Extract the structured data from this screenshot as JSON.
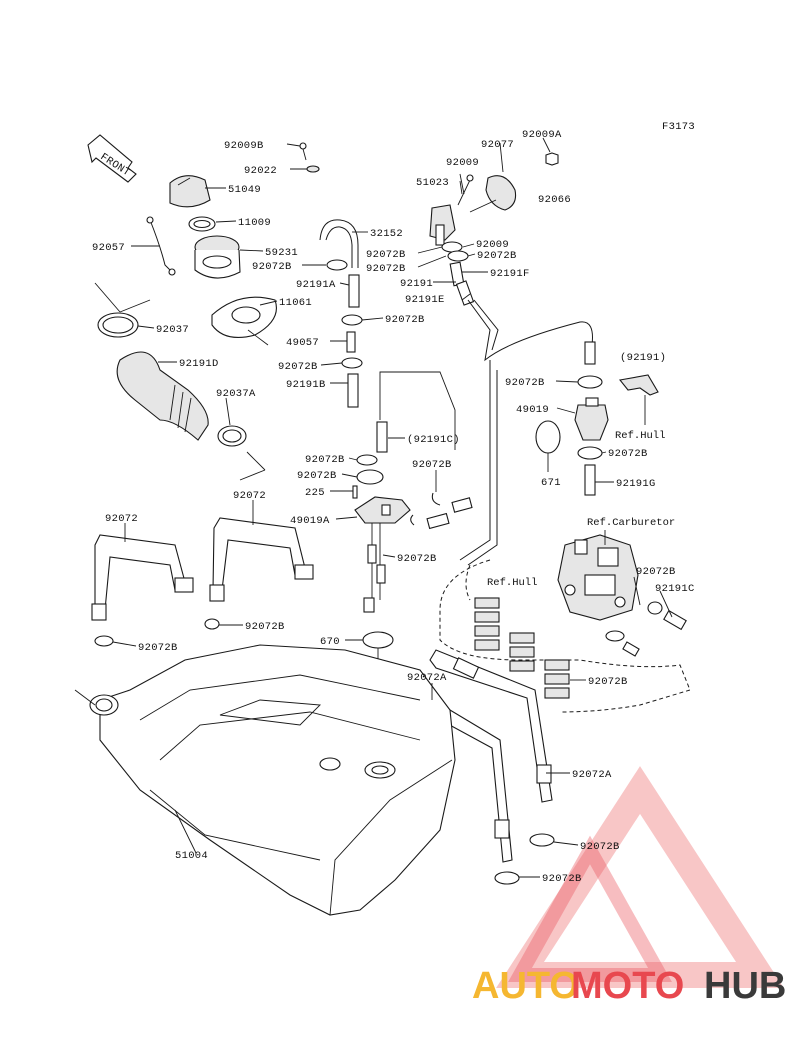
{
  "diagram_code": "F3173",
  "front_label": "FRONT",
  "labels": {
    "p92009B": "92009B",
    "p92022": "92022",
    "p51049": "51049",
    "p11009": "11009",
    "p92057": "92057",
    "p59231": "59231",
    "p92072B_a": "92072B",
    "p11061": "11061",
    "p92037": "92037",
    "p92191D": "92191D",
    "p92037A": "92037A",
    "p32152": "32152",
    "p92191A": "92191A",
    "p92072B_b": "92072B",
    "p49057": "49057",
    "p92072B_c": "92072B",
    "p92191B": "92191B",
    "p92191C": "(92191C)",
    "p92072B_d": "92072B",
    "p92072B_e": "92072B",
    "p225": "225",
    "p49019A": "49019A",
    "p92072B_f": "92072B",
    "p92072B_g": "92072B",
    "p51023": "51023",
    "p92009": "92009",
    "p92077": "92077",
    "p92009A": "92009A",
    "p92066": "92066",
    "p92009_b": "92009",
    "p92072B_h": "92072B",
    "p92072B_i": "92072B",
    "p92072B_j": "92072B",
    "p92191F": "92191F",
    "p92191": "92191",
    "p92191E": "92191E",
    "p92191_ref": "(92191)",
    "p92072B_k": "92072B",
    "p49019": "49019",
    "p92072B_l": "92072B",
    "p671": "671",
    "p92191G": "92191G",
    "p92072_a": "92072",
    "p92072_b": "92072",
    "p92072B_m": "92072B",
    "p92072B_n": "92072B",
    "p670": "670",
    "p92072A_a": "92072A",
    "p92072A_b": "92072A",
    "p92072B_o": "92072B",
    "p92191C_b": "92191C",
    "p92072B_p": "92072B",
    "p92072B_q": "92072B",
    "p92072B_r": "92072B",
    "p51004": "51004"
  },
  "refs": {
    "hull_1": "Ref.Hull",
    "hull_2": "Ref.Hull",
    "carburetor": "Ref.Carburetor"
  },
  "watermark": {
    "part1": "AUTO",
    "part2": "MOTO",
    "part3": "HUB",
    "color1": "#f5b731",
    "color2": "#e8484f",
    "color3": "#3a3a3a"
  }
}
